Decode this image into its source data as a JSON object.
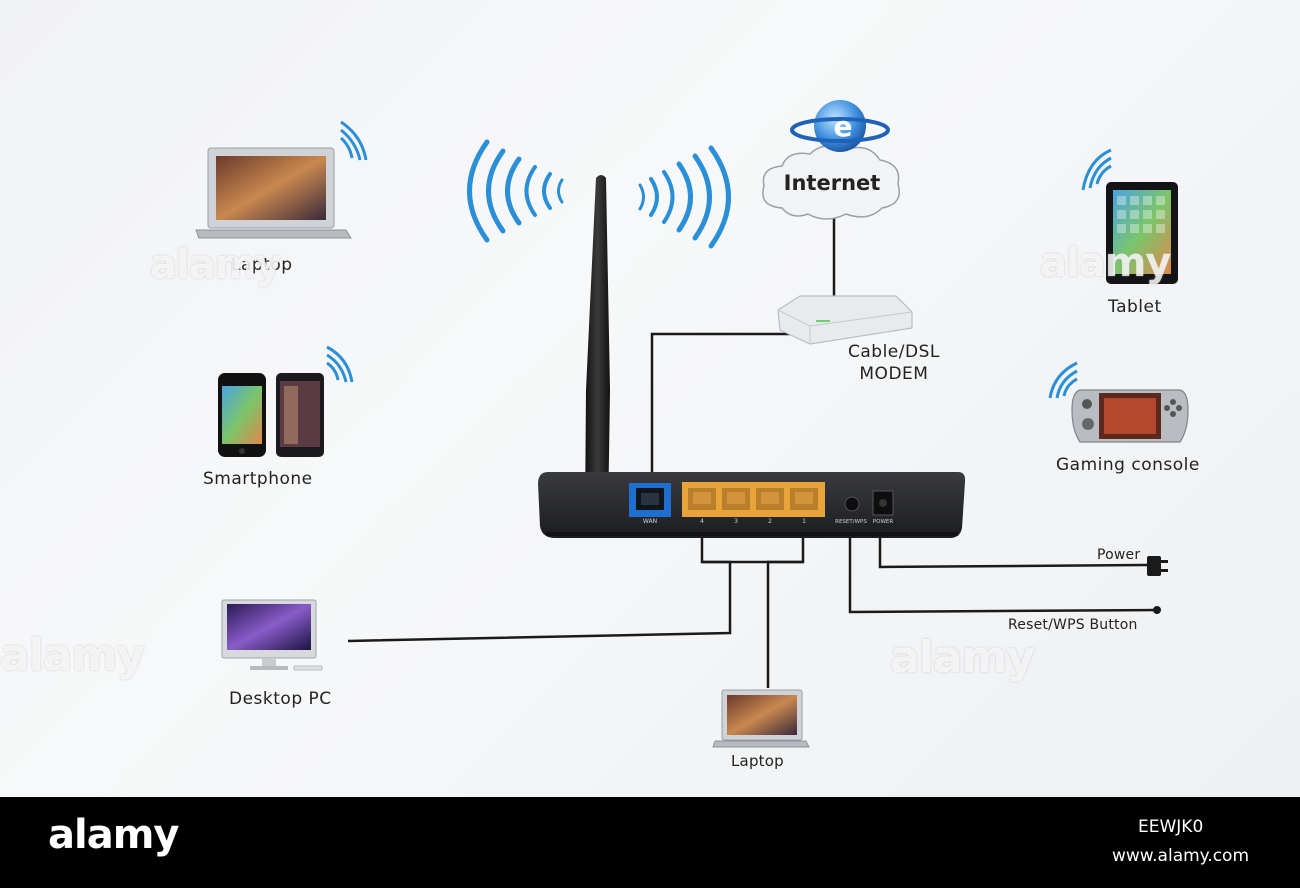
{
  "devices": {
    "laptop_top": "Laptop",
    "smartphone": "Smartphone",
    "desktop_pc": "Desktop PC",
    "laptop_bottom": "Laptop",
    "tablet": "Tablet",
    "gaming_console": "Gaming console"
  },
  "network": {
    "internet": "Internet",
    "modem": "Cable/DSL\nMODEM"
  },
  "router": {
    "wan_label": "WAN",
    "port_labels": [
      "4",
      "3",
      "2",
      "1"
    ],
    "reset_label": "RESET/WPS",
    "power_label": "POWER"
  },
  "connections": {
    "power": "Power",
    "reset_wps": "Reset/WPS Button"
  },
  "watermark": {
    "text": "alamy"
  },
  "footer": {
    "brand": "alamy",
    "image_id": "EEWJK0",
    "url": "www.alamy.com"
  },
  "colors": {
    "wifi": "#2a8fd6",
    "router_body": "#2b2c30",
    "lan_ports": "#e8a33a",
    "wan_port": "#1f6fd1",
    "cable": "#1a1a1a"
  }
}
